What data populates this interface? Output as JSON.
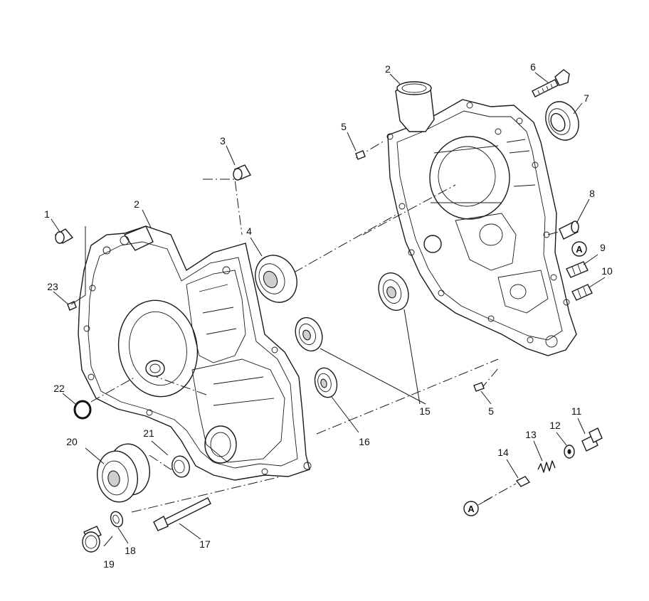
{
  "part_labels": {
    "p1": "1",
    "p2a": "2",
    "p2b": "2",
    "p3": "3",
    "p4": "4",
    "p5a": "5",
    "p5b": "5",
    "p6": "6",
    "p7": "7",
    "p8": "8",
    "p9": "9",
    "p10": "10",
    "p11": "11",
    "p12": "12",
    "p13": "13",
    "p14": "14",
    "p15": "15",
    "p16": "16",
    "p17": "17",
    "p18": "18",
    "p19": "19",
    "p20": "20",
    "p21": "21",
    "p22": "22",
    "p23": "23"
  },
  "callouts": {
    "a1": "A",
    "a2": "A"
  }
}
